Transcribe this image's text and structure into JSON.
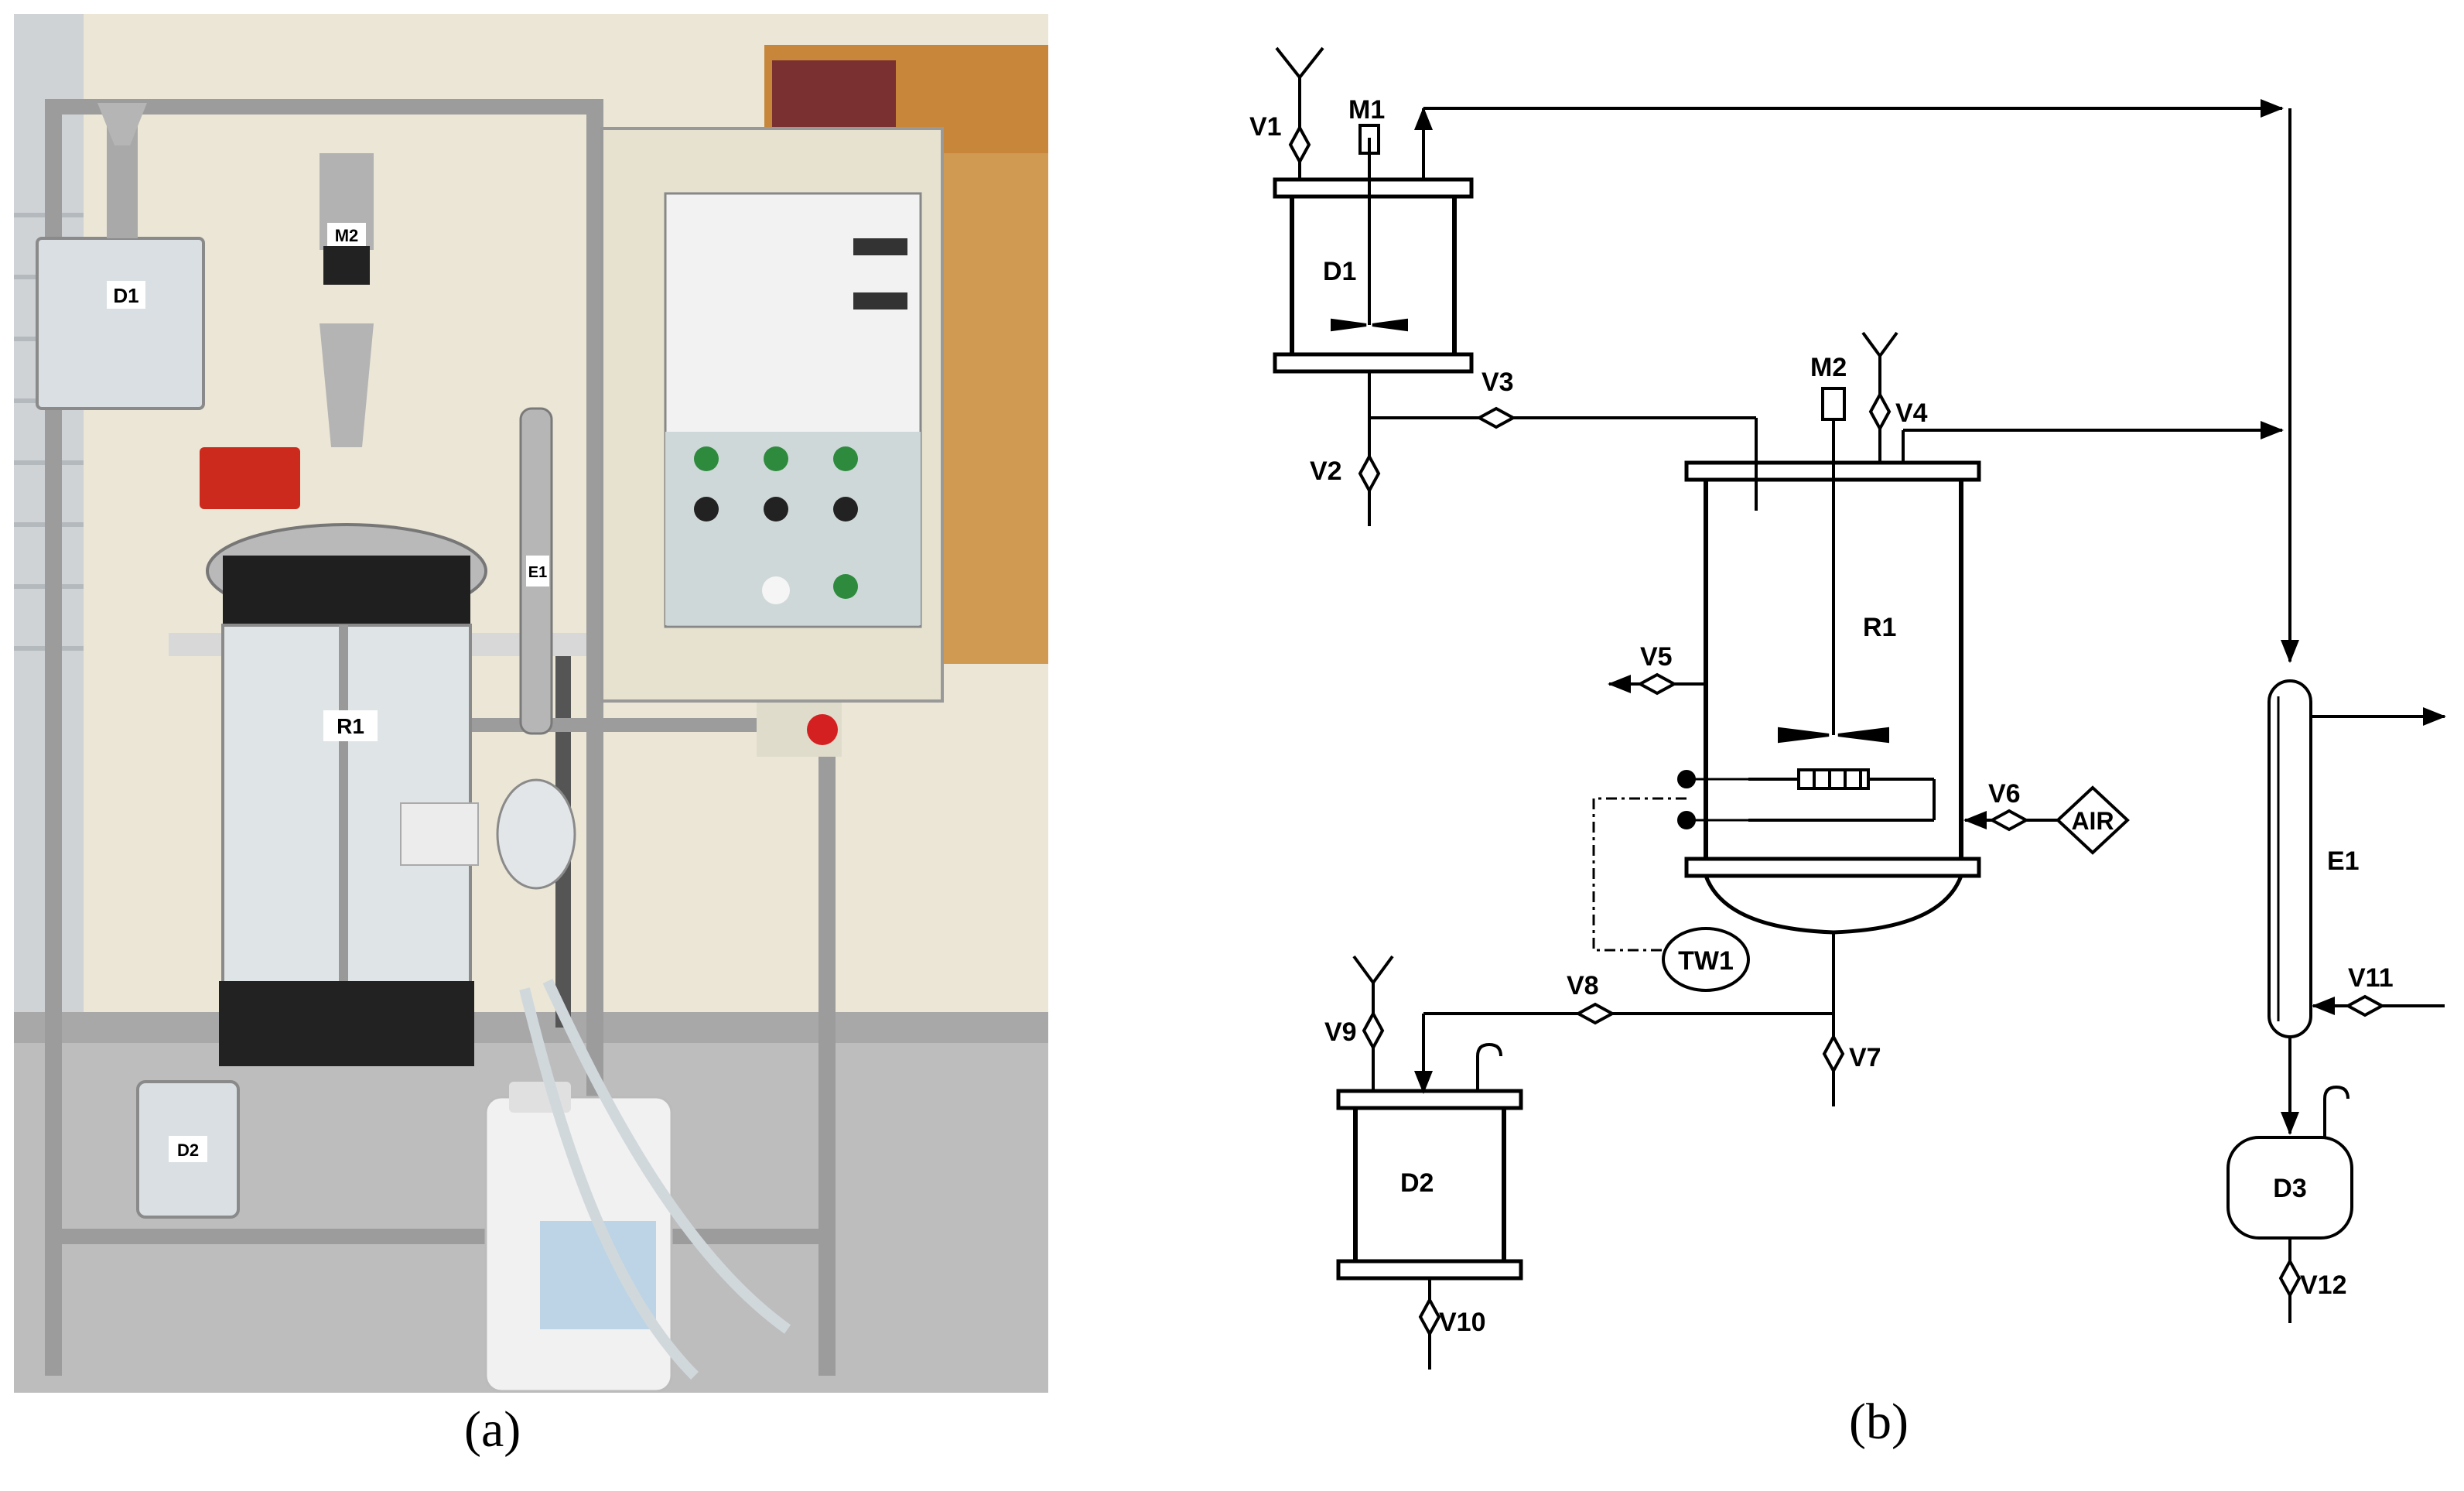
{
  "captions": {
    "a": "(a)",
    "b": "(b)"
  },
  "photo": {
    "labels": {
      "d1": "D1",
      "m2": "M2",
      "r1": "R1",
      "e1": "E1",
      "d2": "D2"
    }
  },
  "diagram": {
    "labels": {
      "v1": "V1",
      "m1": "M1",
      "d1": "D1",
      "v3": "V3",
      "v2": "V2",
      "m2": "M2",
      "v4": "V4",
      "r1": "R1",
      "v5": "V5",
      "v6": "V6",
      "air": "AIR",
      "tw1": "TW1",
      "e1": "E1",
      "v11": "V11",
      "v9": "V9",
      "v8": "V8",
      "v7": "V7",
      "d2": "D2",
      "v10": "V10",
      "d3": "D3",
      "v12": "V12"
    }
  },
  "colors": {
    "line": "#000000",
    "wall": "#ece8d8",
    "steel": "#9a9a9a",
    "cabinet": "#e6e2cf",
    "floor": "#bcbcbc"
  }
}
